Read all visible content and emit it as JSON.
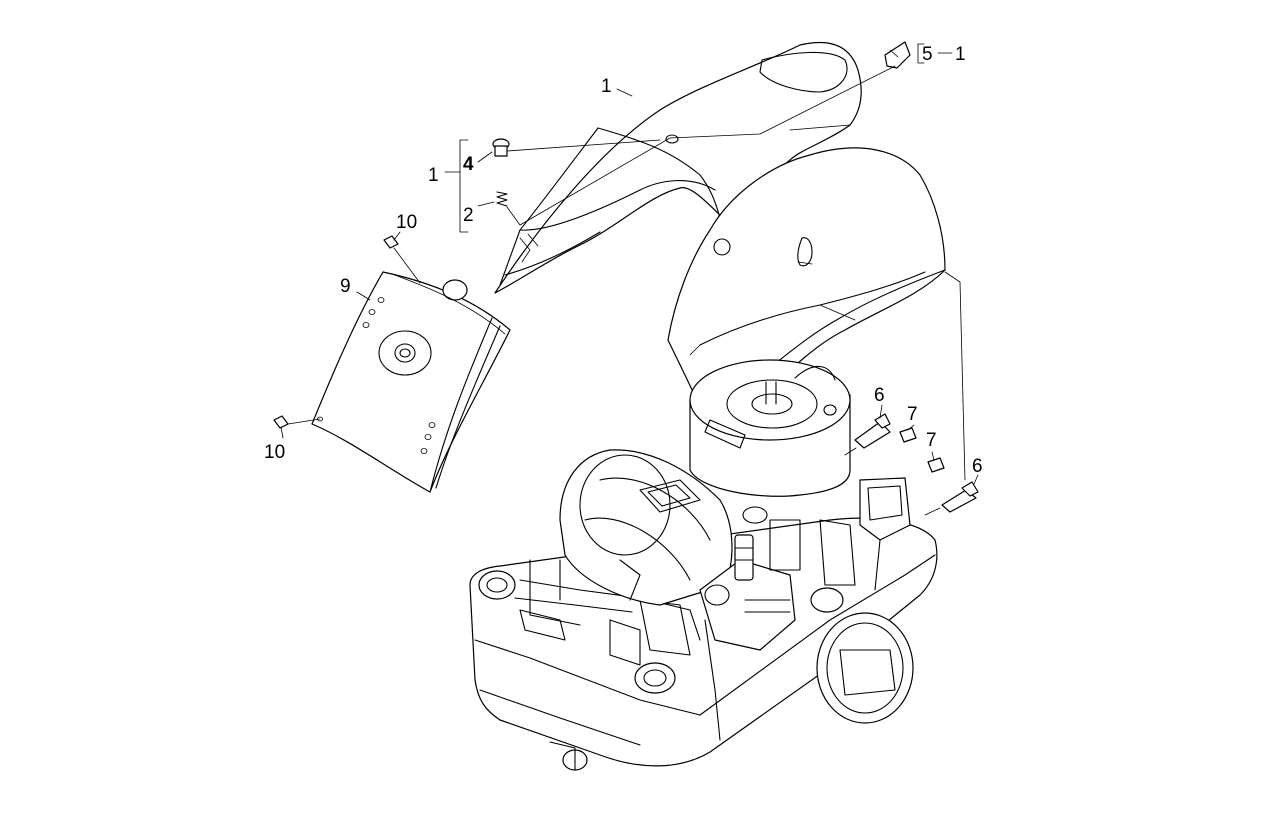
{
  "callouts": {
    "c1_cover": "1",
    "c1_kit": "1",
    "c1_right": "1",
    "c2": "2",
    "c4": "4",
    "c5": "5",
    "c6_upper": "6",
    "c6_lower": "6",
    "c7_upper": "7",
    "c7_lower": "7",
    "c9": "9",
    "c10_upper": "10",
    "c10_lower": "10"
  },
  "colors": {
    "line": "#000000",
    "background": "#ffffff",
    "shade": "#e9e9e9"
  }
}
